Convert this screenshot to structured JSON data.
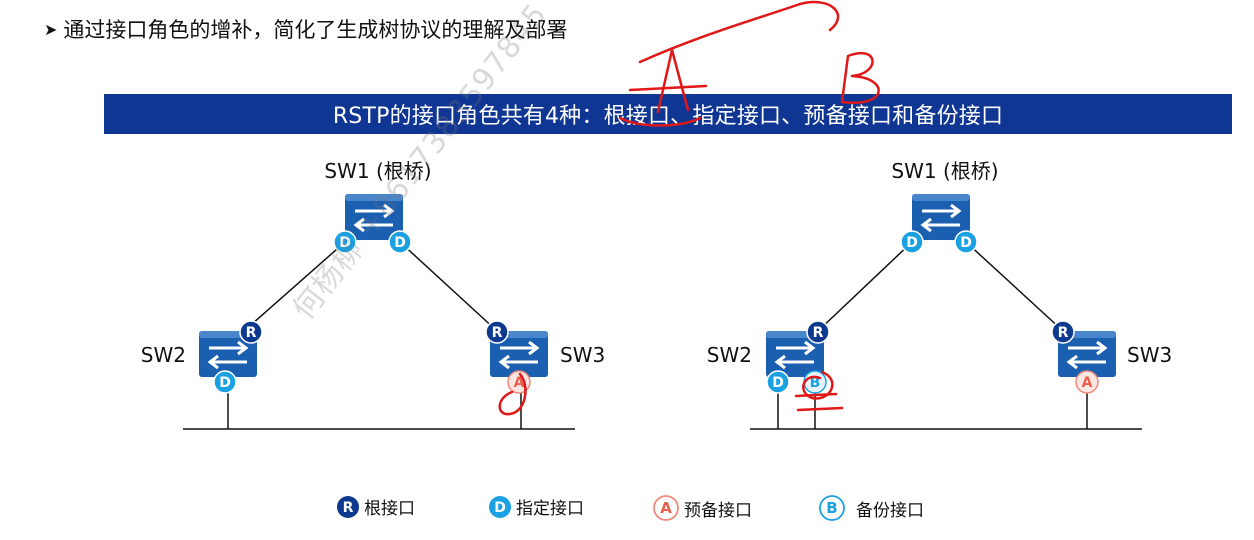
{
  "header": {
    "bullet_text": "通过接口角色的增补，简化了生成树协议的理解及部署",
    "banner_text": "RSTP的接口角色共有4种：根接口、指定接口、预备接口和备份接口"
  },
  "topology_left": {
    "sw1_label": "SW1 (根桥)",
    "sw2_label": "SW2",
    "sw3_label": "SW3"
  },
  "topology_right": {
    "sw1_label": "SW1 (根桥)",
    "sw2_label": "SW2",
    "sw3_label": "SW3"
  },
  "port_badges": {
    "root": "R",
    "designated": "D",
    "alternate": "A",
    "backup": "B"
  },
  "legend": [
    {
      "badge": "R",
      "label": "根接口"
    },
    {
      "badge": "D",
      "label": "指定接口"
    },
    {
      "badge": "A",
      "label": "预备接口"
    },
    {
      "badge": "B",
      "label": "备份接口"
    }
  ],
  "watermark": "何杨柳 +8617383597845",
  "annotation_letters": [
    "A",
    "B"
  ],
  "colors": {
    "banner_bg": "#0f3693",
    "switch_fill": "#1a5fb0",
    "root_badge": "#0d3a8f",
    "designated_badge": "#1ba1e2",
    "alternate_badge": "#f08a7a",
    "backup_badge": "#1ba1e2",
    "annotation_red": "#e01818"
  }
}
